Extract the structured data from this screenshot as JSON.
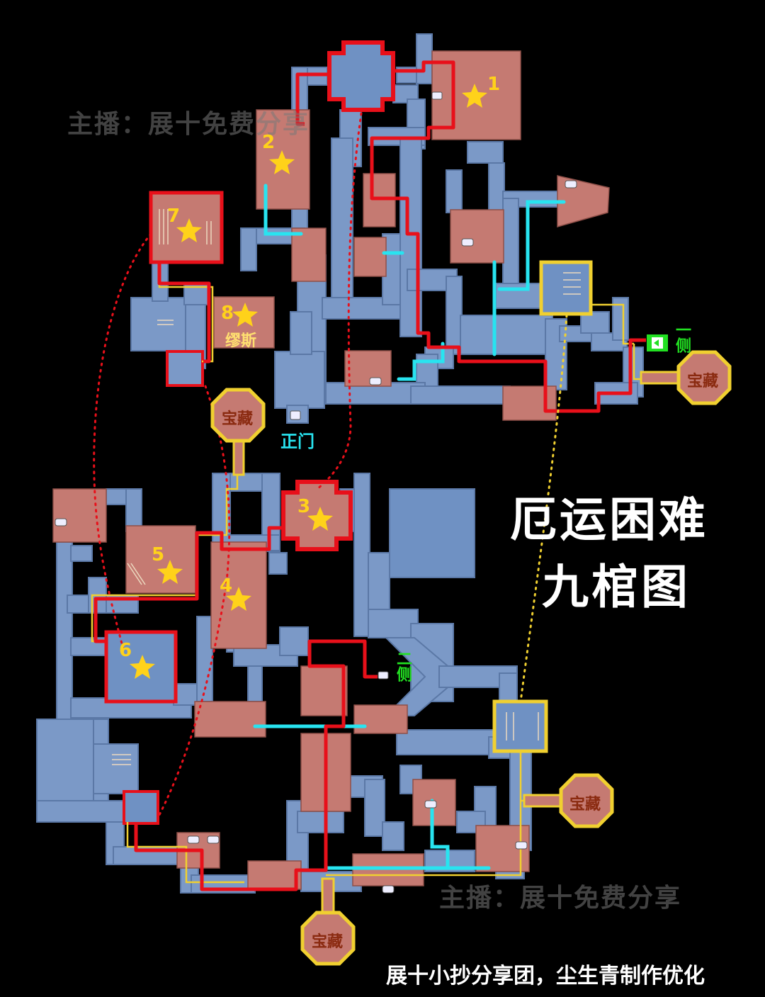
{
  "title": {
    "line1": "厄运困难",
    "line2": "九棺图"
  },
  "watermark": "主播：展十免费分享",
  "credit": "展十小抄分享团，尘生青制作优化",
  "markers": {
    "coffins": [
      "1",
      "2",
      "3",
      "4",
      "5",
      "6",
      "7",
      "8"
    ],
    "npc_name": "缪斯",
    "main_gate": "正门",
    "side_gate": "一侧",
    "side_gate_2": "二侧",
    "treasure": "宝藏"
  },
  "legend_colors": {
    "room_red": "#c97870",
    "corridor_blue": "#7a98c8",
    "route_red": "#e8101a",
    "route_dotted": "#e8101a",
    "cyan_path": "#28e4f0",
    "yellow_path": "#f0d030",
    "star": "#ffd21a",
    "green_exit": "#22e022"
  },
  "icons": [
    "star-icon",
    "treasure-octagon-icon",
    "exit-door-icon",
    "car-icon"
  ]
}
